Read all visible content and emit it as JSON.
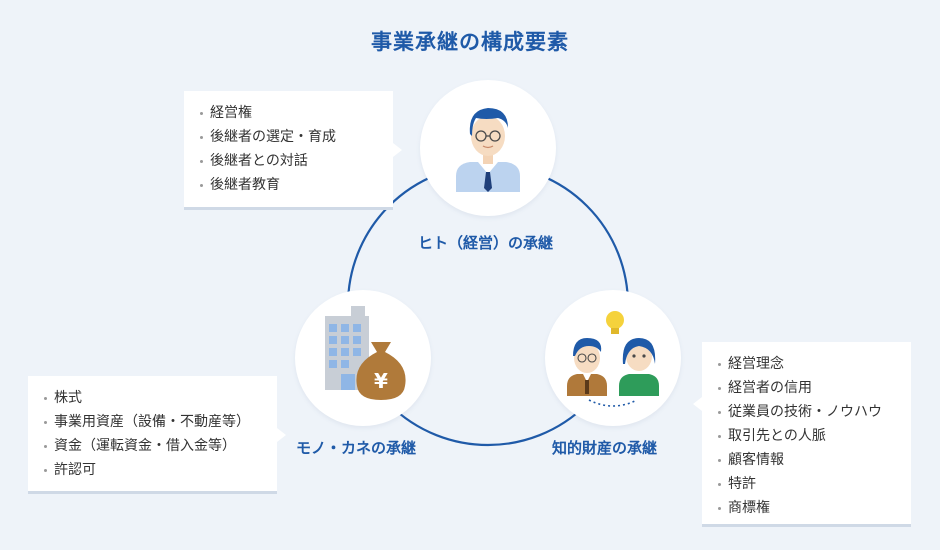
{
  "title": "事業承継の構成要素",
  "nodes": {
    "people": {
      "label": "ヒト（経営）の承継",
      "items": [
        "経営権",
        "後継者の選定・育成",
        "後継者との対話",
        "後継者教育"
      ]
    },
    "assets": {
      "label": "モノ・カネの承継",
      "yen": "¥",
      "items": [
        "株式",
        "事業用資産（設備・不動産等）",
        "資金（運転資金・借入金等）",
        "許認可"
      ]
    },
    "ip": {
      "label": "知的財産の承継",
      "items": [
        "経営理念",
        "経営者の信用",
        "従業員の技術・ノウハウ",
        "取引先との人脈",
        "顧客情報",
        "特許",
        "商標権"
      ]
    }
  },
  "colors": {
    "accent": "#1f5aa8",
    "ring": "#1f5aa8",
    "background": "#eef3f9",
    "bag": "#b07a3a",
    "jacket_green": "#2e9c5a",
    "bulb": "#f5d23c"
  }
}
